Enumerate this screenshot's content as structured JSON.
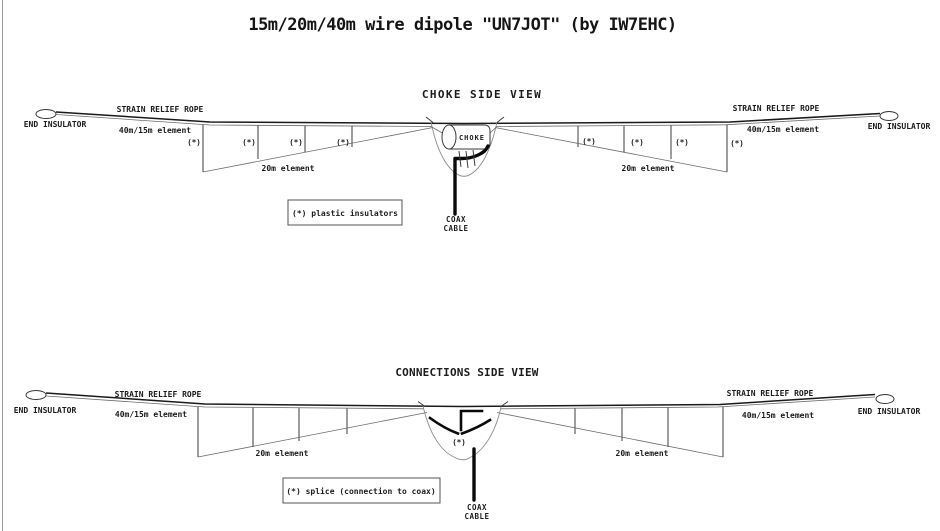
{
  "page": {
    "title": "15m/20m/40m wire dipole \"UN7JOT\" (by IW7EHC)"
  },
  "shared_labels": {
    "strain_relief_rope": "STRAIN RELIEF ROPE",
    "end_insulator": "END INSULATOR",
    "element_40_15": "40m/15m element",
    "element_20": "20m element",
    "insulator_mark": "(*)",
    "coax_word1": "COAX",
    "coax_word2": "CABLE"
  },
  "choke_view": {
    "title": "CHOKE SIDE VIEW",
    "choke_label": "CHOKE",
    "note": "(*) plastic insulators"
  },
  "connections_view": {
    "title": "CONNECTIONS SIDE VIEW",
    "splice_mark": "(*)",
    "note": "(*) splice (connection to coax)"
  }
}
